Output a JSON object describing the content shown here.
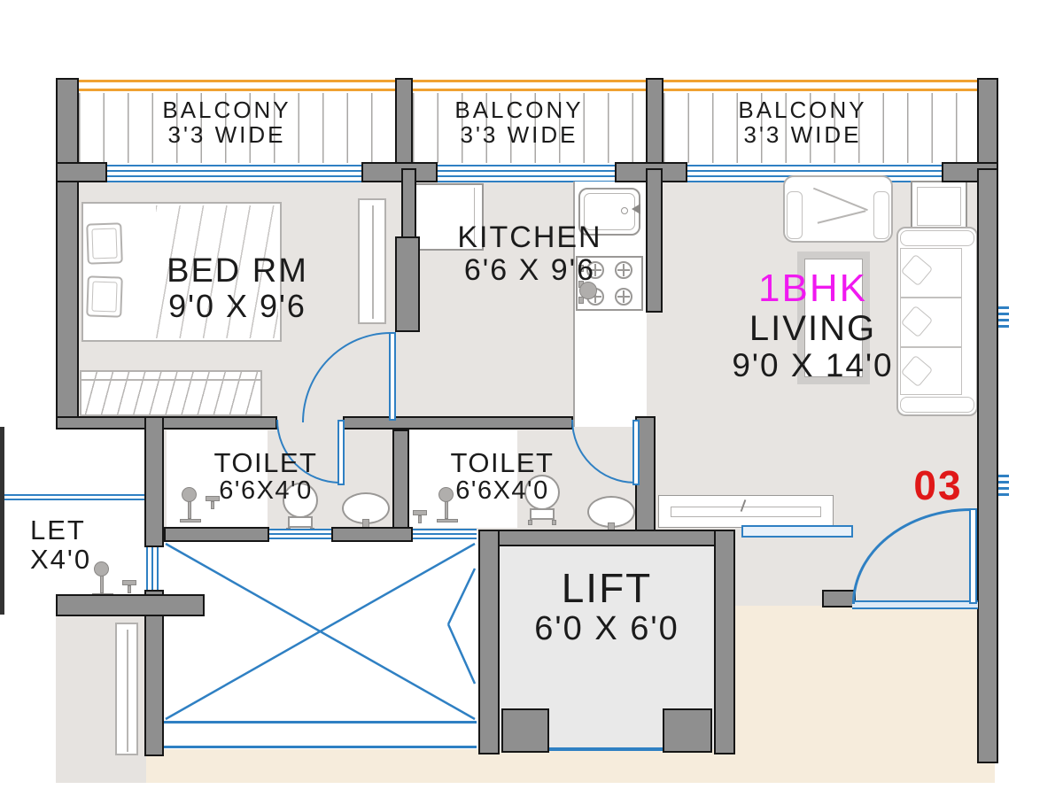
{
  "plan": {
    "balconies": [
      {
        "name": "BALCONY",
        "dim": "3'3 WIDE"
      },
      {
        "name": "BALCONY",
        "dim": "3'3 WIDE"
      },
      {
        "name": "BALCONY",
        "dim": "3'3 WIDE"
      }
    ],
    "bedroom": {
      "name": "BED RM",
      "dim": "9'0 X 9'6"
    },
    "kitchen": {
      "name": "KITCHEN",
      "dim": "6'6 X 9'6"
    },
    "living": {
      "unit_type": "1BHK",
      "name": "LIVING",
      "dim": "9'0 X 14'0"
    },
    "toilet1": {
      "name": "TOILET",
      "dim": "6'6X4'0"
    },
    "toilet2": {
      "name": "TOILET",
      "dim": "6'6X4'0"
    },
    "lift": {
      "name": "LIFT",
      "dim": "6'0 X 6'0"
    },
    "unit_number": "03",
    "adjacent_toilet_fragment": {
      "line1": "LET",
      "line2": "X4'0"
    }
  },
  "colors": {
    "wall": "#8f8f8f",
    "accent_blue": "#2f80c3",
    "accent_orange": "#f0a232",
    "floor": "#e7e4e1",
    "corridor": "#f6ecdc",
    "unit_type": "#f019f0",
    "unit_number": "#e01818"
  }
}
